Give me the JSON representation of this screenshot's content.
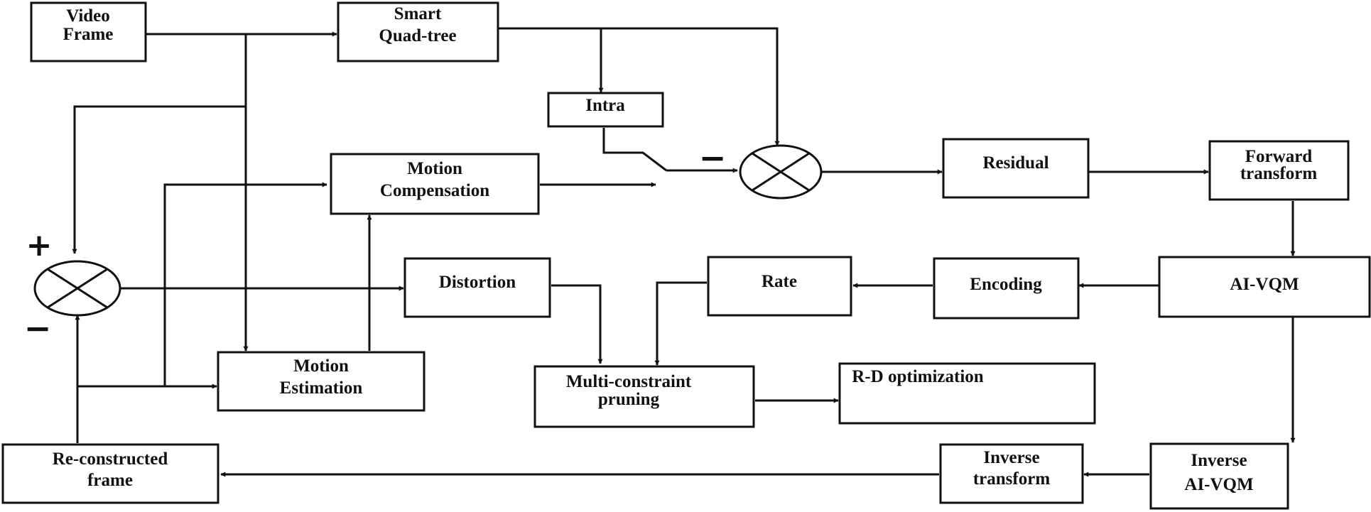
{
  "nodes": {
    "video_frame": [
      "Video",
      "Frame"
    ],
    "smart_quadtree": [
      "Smart",
      "Quad-tree"
    ],
    "intra": [
      "Intra"
    ],
    "motion_compensation": [
      "Motion",
      "Compensation"
    ],
    "residual": [
      "Residual"
    ],
    "forward_transform": [
      "Forward",
      "transform"
    ],
    "distortion": [
      "Distortion"
    ],
    "rate": [
      "Rate"
    ],
    "encoding": [
      "Encoding"
    ],
    "ai_vqm": [
      "AI-VQM"
    ],
    "motion_estimation": [
      "Motion",
      "Estimation"
    ],
    "multi_constraint_pruning": [
      "Multi-constraint",
      "pruning"
    ],
    "rd_optimization": [
      "R-D optimization"
    ],
    "reconstructed_frame": [
      "Re-constructed",
      "frame"
    ],
    "inverse_transform": [
      "Inverse",
      "transform"
    ],
    "inverse_ai_vqm": [
      "Inverse",
      "AI-VQM"
    ]
  },
  "signs": {
    "top_sum_minus": "−",
    "left_sum_plus": "+",
    "left_sum_minus": "−"
  }
}
